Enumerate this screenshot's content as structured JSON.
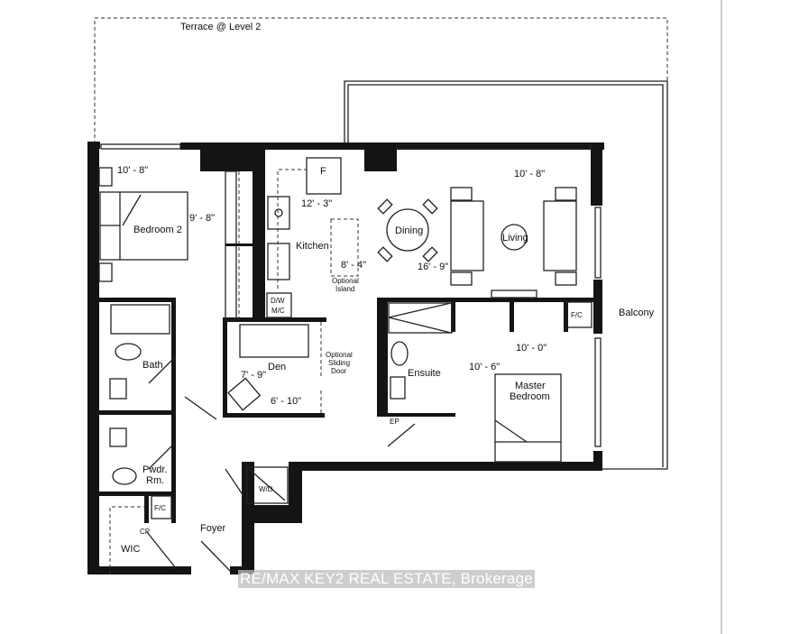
{
  "labels": {
    "terrace": "Terrace @ Level 2",
    "bedroom2": "Bedroom 2",
    "kitchen": "Kitchen",
    "dining": "Dining",
    "living": "Living",
    "balcony": "Balcony",
    "den": "Den",
    "bath": "Bath",
    "ensuite": "Ensuite",
    "master_1": "Master",
    "master_2": "Bedroom",
    "pwdr_1": "Pwdr.",
    "pwdr_2": "Rm.",
    "foyer": "Foyer",
    "wic": "WIC",
    "cp": "CP",
    "ep": "EP",
    "fc1": "F/C",
    "fc2": "F/C",
    "wd": "W/D",
    "dw": "D/W",
    "mic": "M/C",
    "fridge": "F",
    "optional_island_1": "Optional",
    "optional_island_2": "Island",
    "sliding_1": "Optional",
    "sliding_2": "Sliding",
    "sliding_3": "Door"
  },
  "dimensions": {
    "bedroom2_w": "10' - 8\"",
    "bedroom2_d": "9' - 8\"",
    "kitchen_w": "12' - 3\"",
    "kitchen_d": "8' - 4\"",
    "living_w": "10' - 8\"",
    "living_d": "16' - 9\"",
    "den_w": "7' - 9\"",
    "den_d": "6' - 10\"",
    "master_w": "10' - 0\"",
    "master_d": "10' - 6\""
  },
  "watermark": "RE/MAX KEY2 REAL ESTATE, Brokerage"
}
